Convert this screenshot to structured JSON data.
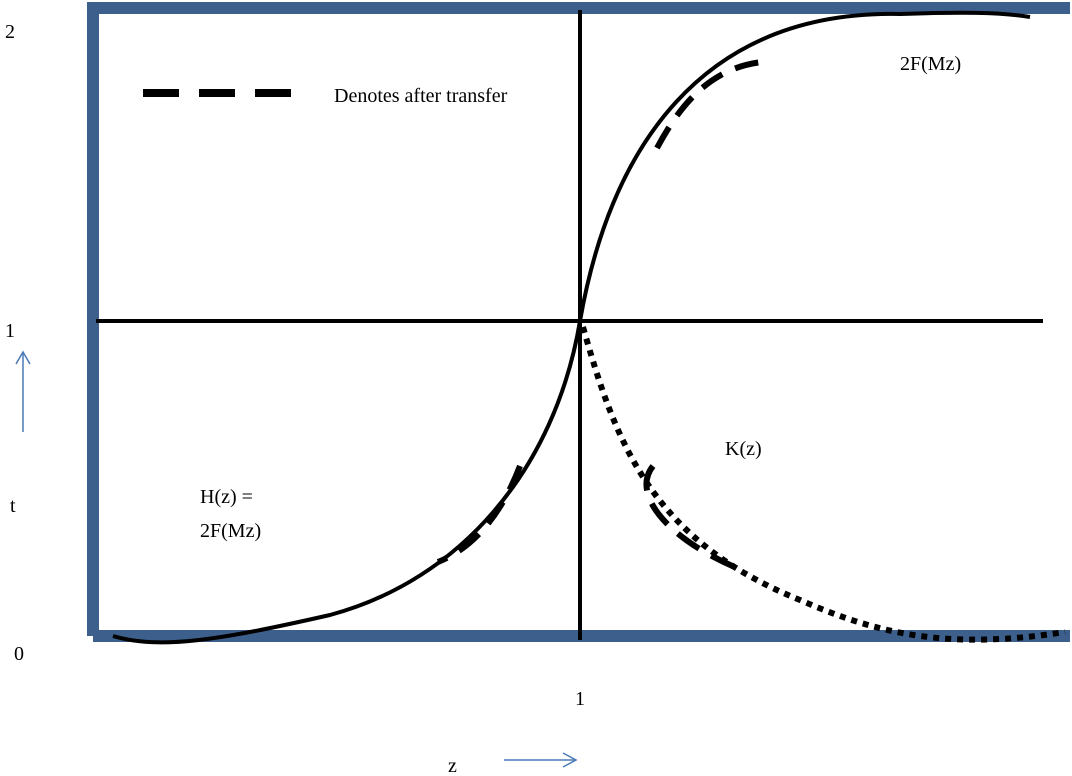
{
  "y_axis": {
    "tick_max": "2",
    "tick_mid": "1",
    "tick_min": "0",
    "label": "t"
  },
  "x_axis": {
    "tick_mid": "1",
    "label": "z"
  },
  "legend": {
    "label": "Denotes after transfer"
  },
  "curves": {
    "upper_label": "2F(Mz)",
    "lower_left_label_line1": "H(z) =",
    "lower_left_label_line2": "2F(Mz)",
    "dotted_label": "K(z)"
  },
  "colors": {
    "frame": "#3d5f8c",
    "curve": "#000000",
    "arrow": "#4a7ab8"
  }
}
